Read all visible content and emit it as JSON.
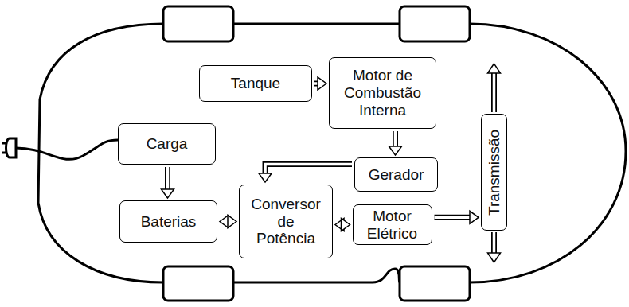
{
  "diagram": {
    "nodes": [
      {
        "text": [
          "Tanque"
        ]
      },
      {
        "text": [
          "Motor de Combustão Interna"
        ]
      },
      {
        "text": [
          "Carga"
        ]
      },
      {
        "text": [
          "Gerador"
        ]
      },
      {
        "text": [
          "Baterias"
        ]
      },
      {
        "text": [
          "Conversor de Potência"
        ]
      },
      {
        "text": [
          "Motor Elétrico"
        ]
      },
      {
        "text": [
          "Transmissão"
        ]
      }
    ],
    "edges": [
      {
        "from": 0,
        "to": 1,
        "arrow": "to"
      },
      {
        "from": 1,
        "to": 3,
        "arrow": "to"
      },
      {
        "from": 3,
        "to": 5,
        "arrow": "to"
      },
      {
        "from": 2,
        "to": 4,
        "arrow": "to"
      },
      {
        "from": 4,
        "to": 5,
        "arrow": "both"
      },
      {
        "from": 5,
        "to": 6,
        "arrow": "both"
      },
      {
        "from": 6,
        "to": 7,
        "arrow": "to"
      }
    ]
  }
}
